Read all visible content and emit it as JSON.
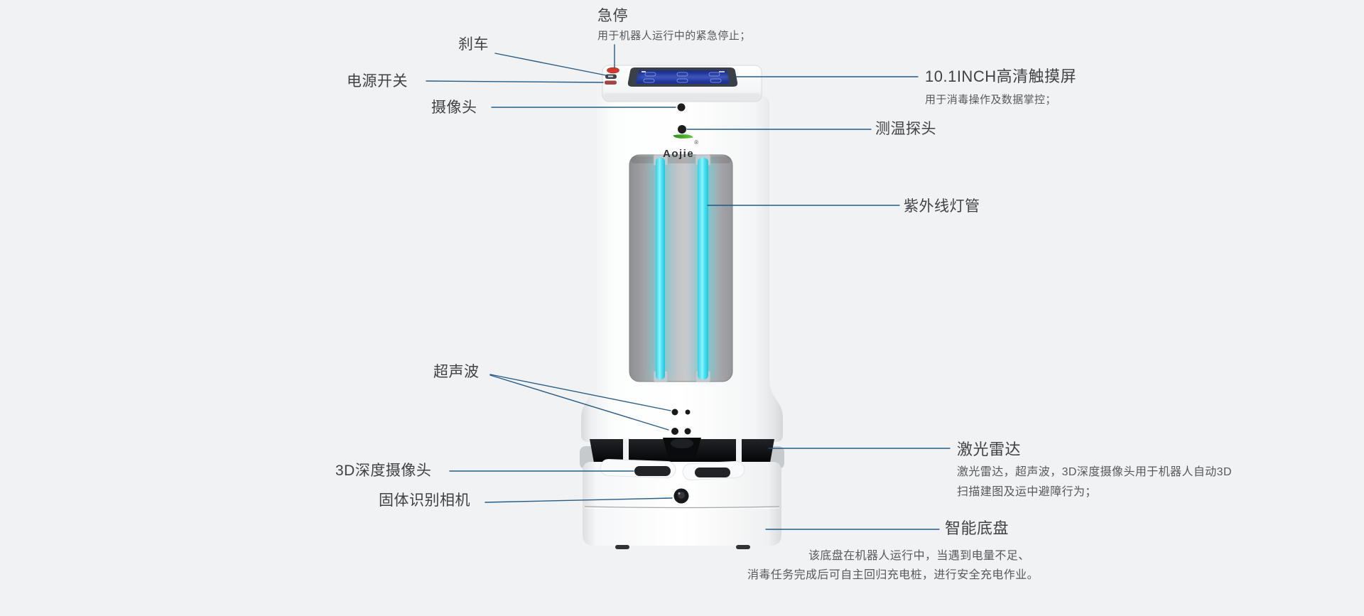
{
  "page": {
    "background": "#f1f2f3"
  },
  "brand": {
    "logo_text": "Aojie",
    "registered_mark": "®"
  },
  "colors": {
    "leader_line": "#1b537f",
    "uv_lamp": "#3fe3f2",
    "emergency_button": "#d0392b",
    "screen_blue": "#2a3fa8",
    "label_text": "#3f4245",
    "description_text": "#57595c"
  },
  "annotations": {
    "emergency_stop": {
      "label": "急停",
      "description": "用于机器人运行中的紧急停止；"
    },
    "brake": {
      "label": "刹车"
    },
    "power_switch": {
      "label": "电源开关"
    },
    "camera": {
      "label": "摄像头"
    },
    "touch_screen": {
      "label": "10.1INCH高清触摸屏",
      "description": "用于消毒操作及数据掌控；"
    },
    "temperature_probe": {
      "label": "测温探头"
    },
    "uv_lamp": {
      "label": "紫外线灯管"
    },
    "ultrasonic": {
      "label": "超声波"
    },
    "laser_radar": {
      "label": "激光雷达",
      "description_line1": "激光雷达，超声波，3D深度摄像头用于机器人自动3D",
      "description_line2": "扫描建图及运中避障行为；"
    },
    "depth_camera_3d": {
      "label": "3D深度摄像头"
    },
    "solid_recognition_camera": {
      "label": "固体识别相机"
    },
    "smart_chassis": {
      "label": "智能底盘",
      "description_line1": "该底盘在机器人运行中，当遇到电量不足、",
      "description_line2": "消毒任务完成后可自主回归充电桩，进行安全充电作业。"
    }
  }
}
